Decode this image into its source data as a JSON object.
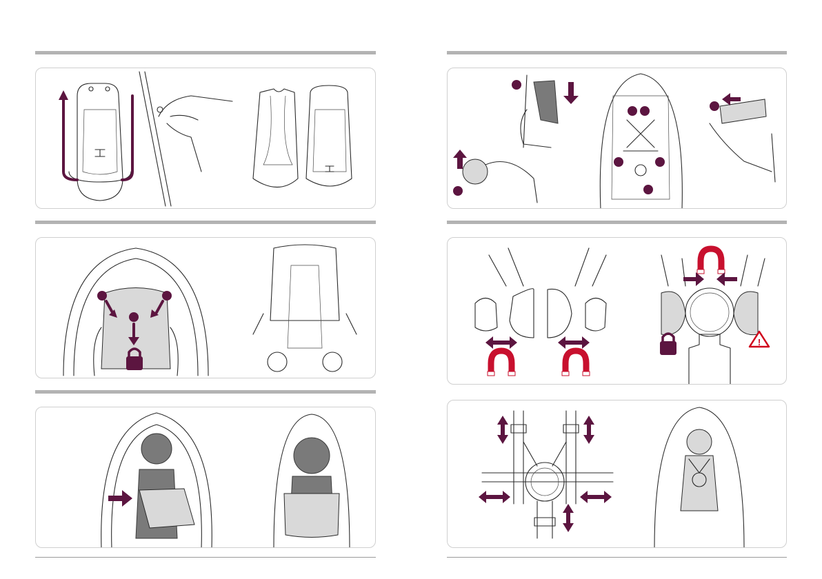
{
  "colors": {
    "accent": "#5c1540",
    "magnet_red": "#c8102e",
    "warning_red": "#d0021b",
    "divider_grey": "#b3b3b3",
    "panel_border": "#cfcfcf"
  },
  "warning_symbol": "!",
  "icons": {
    "lock": "lock-icon",
    "magnet": "magnet-icon",
    "warning": "warning-triangle-icon",
    "arrow": "arrow-icon",
    "step_marker": "step-dot-icon"
  },
  "panels": {
    "left_top": "seat-cover-fitting",
    "left_middle": "seat-pad-locking",
    "left_bottom": "footmuff-fitting",
    "right_top": "harness-removal",
    "right_middle": "magnetic-buckle",
    "right_bottom": "harness-adjustment"
  }
}
